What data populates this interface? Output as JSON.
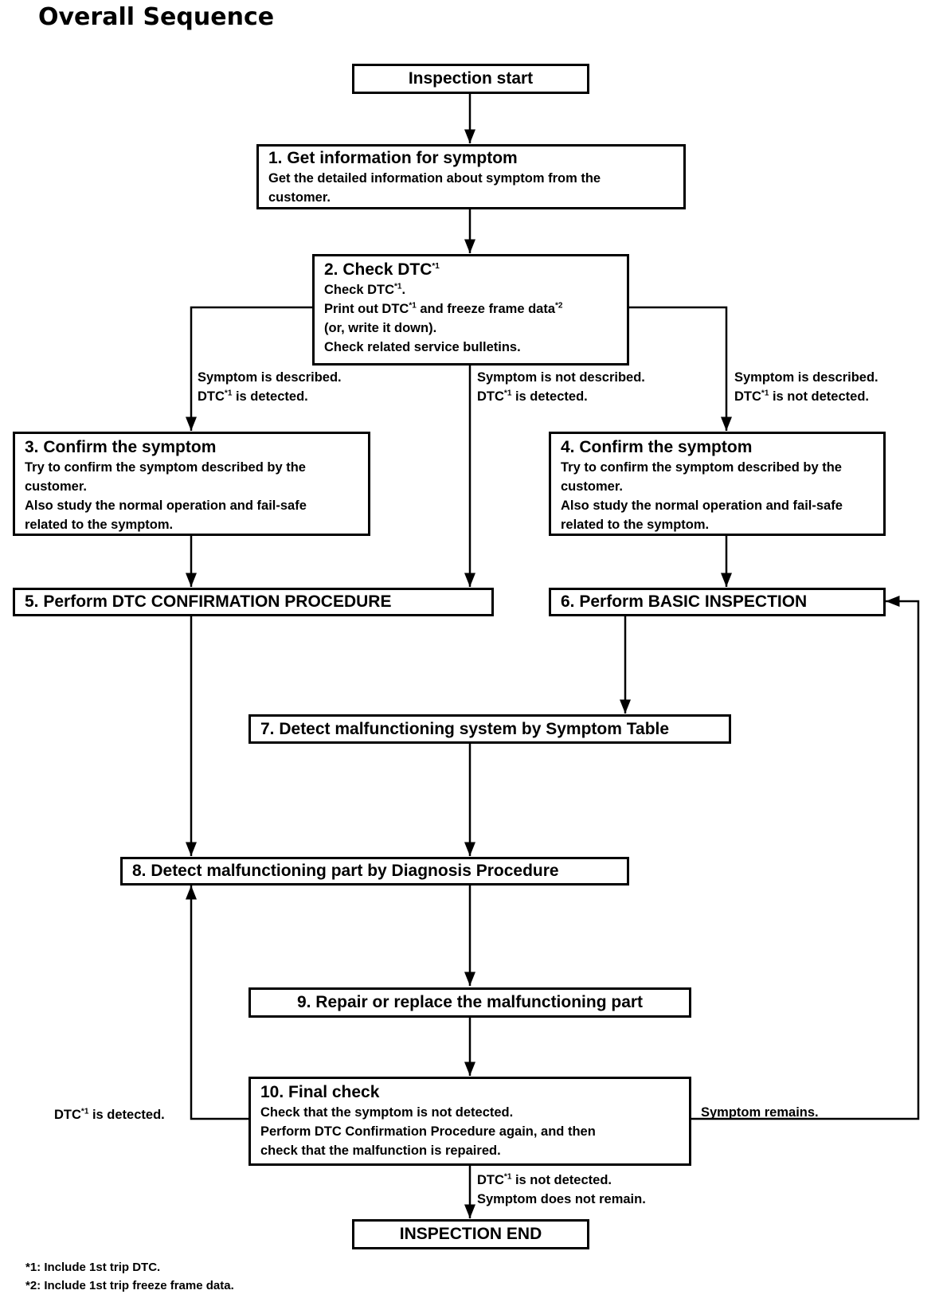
{
  "title": "Overall Sequence",
  "boxes": {
    "start": "Inspection start",
    "step1": {
      "title": "1. Get information for symptom",
      "lines": [
        "Get the detailed information about symptom from the",
        "customer."
      ]
    },
    "step2": {
      "title": "2. Check DTC",
      "title_sup": "*1",
      "lines": [
        {
          "a": "Check DTC",
          "s": "*1",
          "b": "."
        },
        {
          "a": "Print out DTC",
          "s": "*1",
          "b": " and freeze frame data",
          "s2": "*2"
        },
        {
          "a": "(or, write it down).",
          "s": "",
          "b": ""
        },
        {
          "a": "Check related service bulletins.",
          "s": "",
          "b": ""
        }
      ]
    },
    "step3": {
      "title": "3. Confirm the symptom",
      "lines": [
        "Try to confirm the symptom described by the",
        "customer.",
        "Also study the normal operation and fail-safe",
        "related to the symptom."
      ]
    },
    "step4": {
      "title": "4. Confirm the symptom",
      "lines": [
        "Try to confirm the symptom described by the",
        "customer.",
        "Also study the normal operation and fail-safe",
        "related to the symptom."
      ]
    },
    "step5": "5. Perform DTC CONFIRMATION PROCEDURE",
    "step6": "6. Perform BASIC INSPECTION",
    "step7": "7. Detect malfunctioning system by Symptom Table",
    "step8": "8. Detect malfunctioning part by Diagnosis Procedure",
    "step9": "9. Repair or replace the malfunctioning part",
    "step10": {
      "title": "10. Final check",
      "lines": [
        "Check that the symptom is not detected.",
        "Perform DTC Confirmation Procedure again, and then",
        "check that the malfunction is repaired."
      ]
    },
    "end": "INSPECTION END"
  },
  "branch_labels": {
    "left": {
      "l1": "Symptom is described.",
      "l2a": "DTC",
      "l2s": "*1",
      "l2b": " is detected."
    },
    "middle": {
      "l1": "Symptom is not described.",
      "l2a": "DTC",
      "l2s": "*1",
      "l2b": " is detected."
    },
    "right": {
      "l1": "Symptom is described.",
      "l2a": "DTC",
      "l2s": "*1",
      "l2b": " is not detected."
    },
    "final_left": {
      "a": "DTC",
      "s": "*1",
      "b": " is detected."
    },
    "final_right": "Symptom remains.",
    "final_down": {
      "l1a": "DTC",
      "l1s": "*1",
      "l1b": " is not detected.",
      "l2": "Symptom does not remain."
    }
  },
  "footnotes": [
    "*1: Include 1st trip DTC.",
    "*2: Include 1st trip freeze frame data."
  ]
}
